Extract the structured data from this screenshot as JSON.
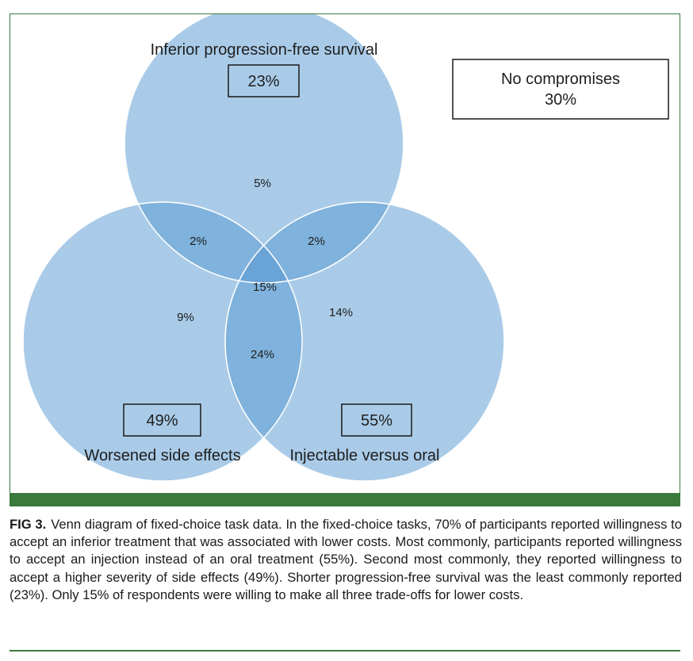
{
  "diagram": {
    "sets": {
      "pfs": {
        "label": "Inferior progression-free survival",
        "total": "23%"
      },
      "side_effects": {
        "label": "Worsened side effects",
        "total": "49%"
      },
      "injectable": {
        "label": "Injectable versus oral",
        "total": "55%"
      }
    },
    "regions": {
      "pfs_only": "5%",
      "pfs_side": "2%",
      "pfs_inj": "2%",
      "all_three": "15%",
      "side_only": "9%",
      "inj_only": "14%",
      "side_inj": "24%"
    },
    "no_compromises": {
      "label": "No compromises",
      "value": "30%"
    },
    "colors": {
      "circle_fill": "#a9cbe8",
      "pair_overlap": "#7fb2dc",
      "triple_overlap": "#6aa3d6",
      "frame_green": "#3a7a3c"
    }
  },
  "caption": {
    "figure_number": "FIG 3.",
    "text": "Venn diagram of fixed-choice task data. In the fixed-choice tasks, 70% of participants reported willingness to accept an inferior treatment that was associated with lower costs. Most commonly, participants reported willingness to accept an injection instead of an oral treatment (55%). Second most commonly, they reported willingness to accept a higher severity of side effects (49%). Shorter progression-free survival was the least commonly reported (23%). Only 15% of respondents were willing to make all three trade-offs for lower costs."
  }
}
